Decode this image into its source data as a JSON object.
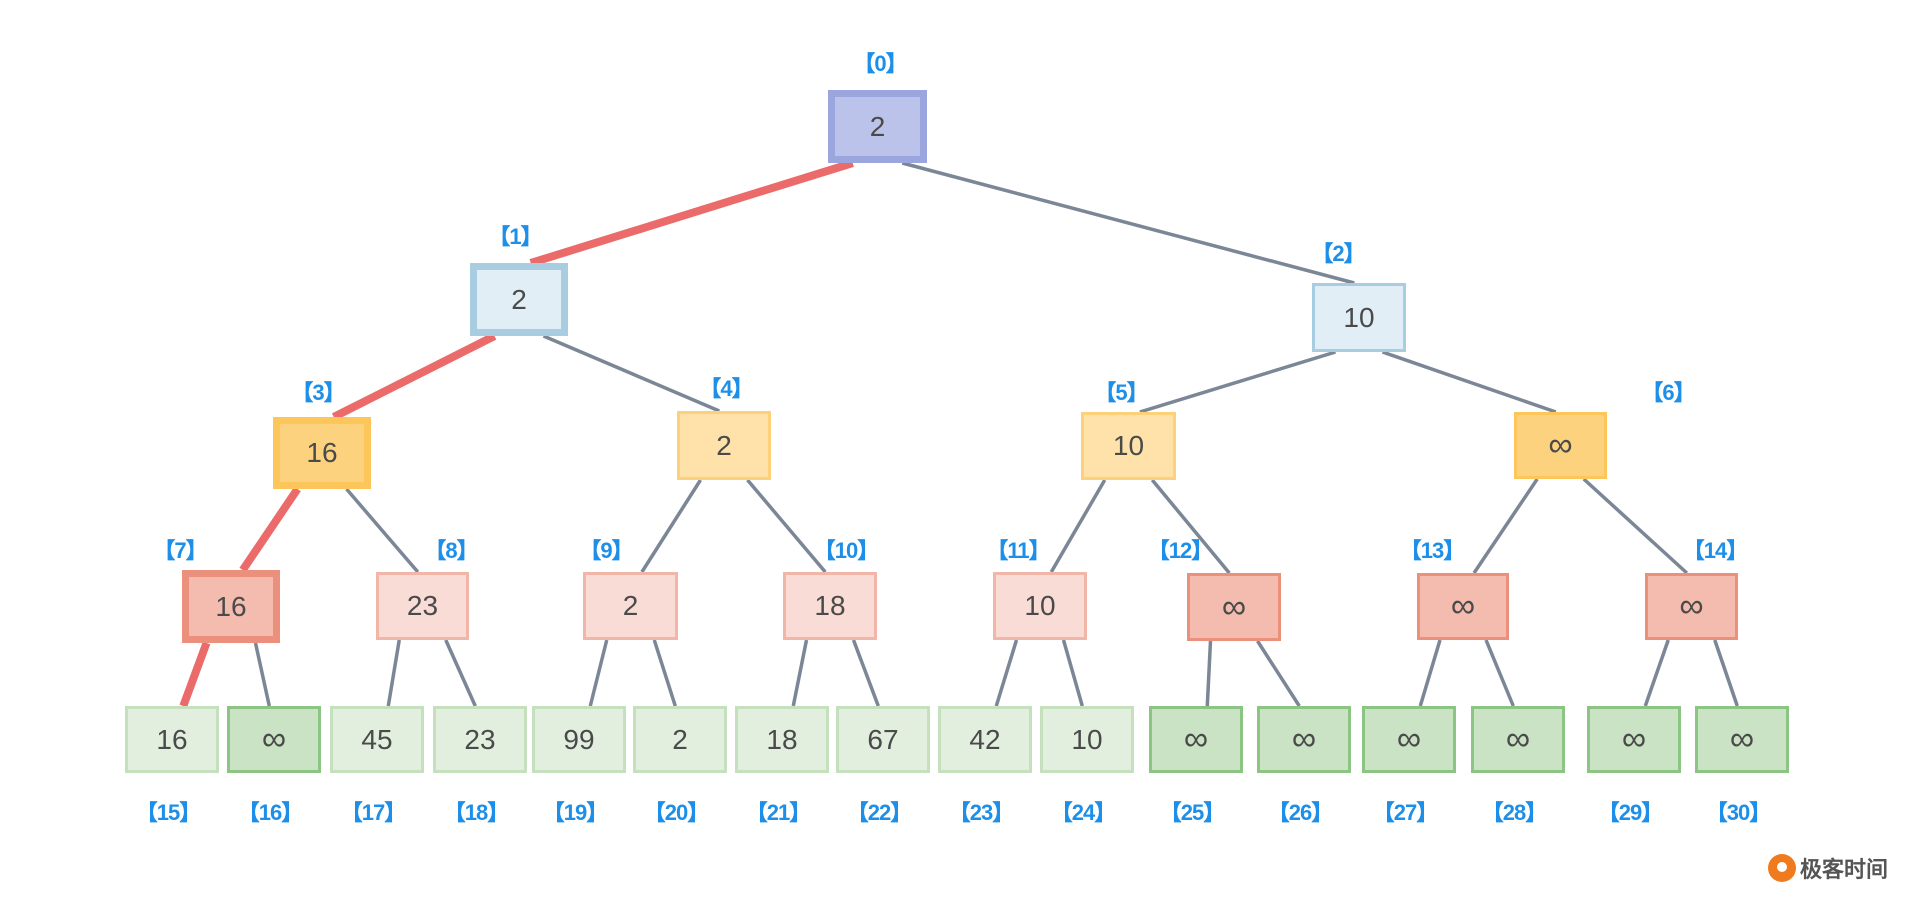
{
  "title": "Min-heap style tournament tree (array-indexed)",
  "colors": {
    "highlight_edge": "#eb6b6b",
    "edge": "#7b8696",
    "index_label": "#1e8fe8",
    "level0": {
      "fill": "#bcc3ea",
      "border": "#9ba6de"
    },
    "level1": {
      "fill": "#e2eef5",
      "border": "#a9cde0"
    },
    "level2": {
      "fill": "#fee2a9",
      "border": "#fdd17a"
    },
    "level2_inf": {
      "fill": "#fdd27e",
      "border": "#fcc65a"
    },
    "level3": {
      "fill": "#fadcd6",
      "border": "#f2b6a8"
    },
    "level3_inf": {
      "fill": "#f4bbaf",
      "border": "#ea907c"
    },
    "leaf": {
      "fill": "#e2efdf",
      "border": "#c4e0bc"
    },
    "leaf_inf": {
      "fill": "#c9e3c4",
      "border": "#8cc484"
    }
  },
  "nodes": [
    {
      "index": "【0】",
      "value": "2",
      "level": 0,
      "highlight": true
    },
    {
      "index": "【1】",
      "value": "2",
      "level": 1,
      "highlight": true
    },
    {
      "index": "【2】",
      "value": "10",
      "level": 1,
      "highlight": false
    },
    {
      "index": "【3】",
      "value": "16",
      "level": 2,
      "highlight": true
    },
    {
      "index": "【4】",
      "value": "2",
      "level": 2,
      "highlight": false
    },
    {
      "index": "【5】",
      "value": "10",
      "level": 2,
      "highlight": false
    },
    {
      "index": "【6】",
      "value": "∞",
      "level": 2,
      "highlight": false
    },
    {
      "index": "【7】",
      "value": "16",
      "level": 3,
      "highlight": true
    },
    {
      "index": "【8】",
      "value": "23",
      "level": 3,
      "highlight": false
    },
    {
      "index": "【9】",
      "value": "2",
      "level": 3,
      "highlight": false
    },
    {
      "index": "【10】",
      "value": "18",
      "level": 3,
      "highlight": false
    },
    {
      "index": "【11】",
      "value": "10",
      "level": 3,
      "highlight": false
    },
    {
      "index": "【12】",
      "value": "∞",
      "level": 3,
      "highlight": false
    },
    {
      "index": "【13】",
      "value": "∞",
      "level": 3,
      "highlight": false
    },
    {
      "index": "【14】",
      "value": "∞",
      "level": 3,
      "highlight": false
    },
    {
      "index": "【15】",
      "value": "16",
      "level": 4,
      "highlight": false
    },
    {
      "index": "【16】",
      "value": "∞",
      "level": 4,
      "highlight": false
    },
    {
      "index": "【17】",
      "value": "45",
      "level": 4,
      "highlight": false
    },
    {
      "index": "【18】",
      "value": "23",
      "level": 4,
      "highlight": false
    },
    {
      "index": "【19】",
      "value": "99",
      "level": 4,
      "highlight": false
    },
    {
      "index": "【20】",
      "value": "2",
      "level": 4,
      "highlight": false
    },
    {
      "index": "【21】",
      "value": "18",
      "level": 4,
      "highlight": false
    },
    {
      "index": "【22】",
      "value": "67",
      "level": 4,
      "highlight": false
    },
    {
      "index": "【23】",
      "value": "42",
      "level": 4,
      "highlight": false
    },
    {
      "index": "【24】",
      "value": "10",
      "level": 4,
      "highlight": false
    },
    {
      "index": "【25】",
      "value": "∞",
      "level": 4,
      "highlight": false
    },
    {
      "index": "【26】",
      "value": "∞",
      "level": 4,
      "highlight": false
    },
    {
      "index": "【27】",
      "value": "∞",
      "level": 4,
      "highlight": false
    },
    {
      "index": "【28】",
      "value": "∞",
      "level": 4,
      "highlight": false
    },
    {
      "index": "【29】",
      "value": "∞",
      "level": 4,
      "highlight": false
    },
    {
      "index": "【30】",
      "value": "∞",
      "level": 4,
      "highlight": false
    }
  ],
  "highlighted_path": [
    0,
    1,
    3,
    7,
    15
  ],
  "watermark": {
    "text": "极客时间",
    "icon": "geektime-logo-icon"
  }
}
